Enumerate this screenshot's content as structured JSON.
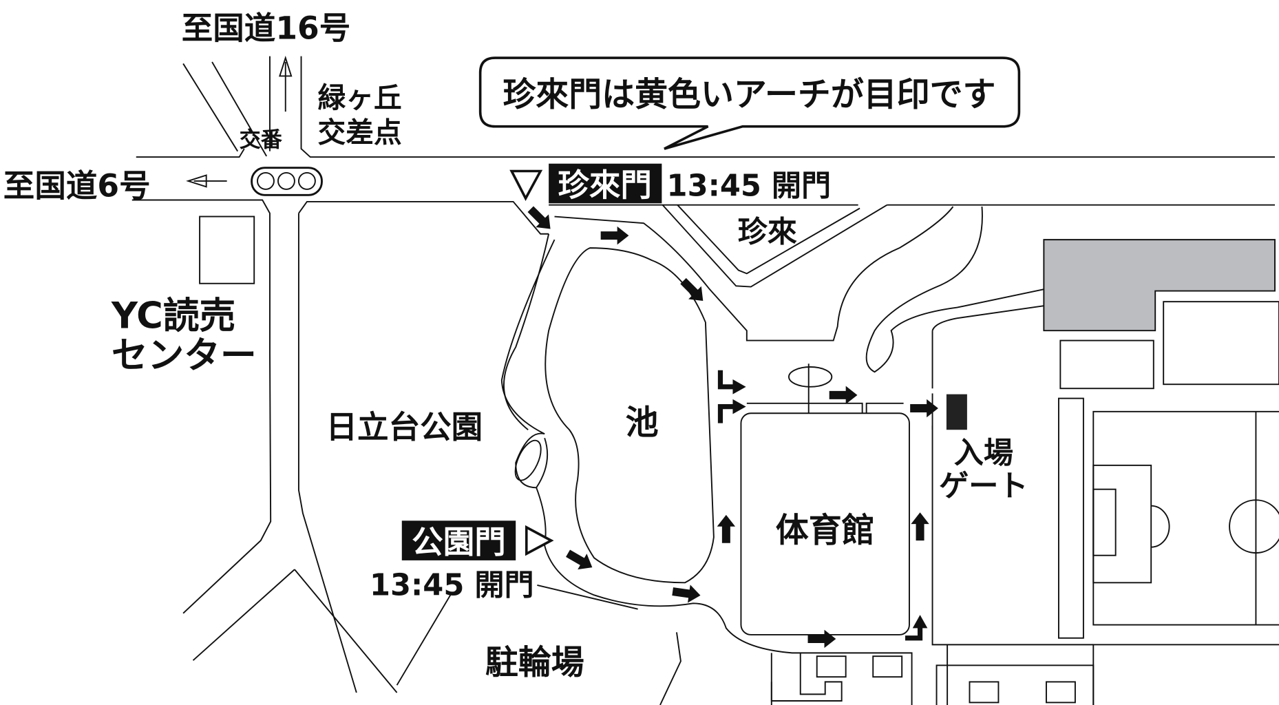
{
  "labels": {
    "route16": "至国道16号",
    "route6": "至国道6号",
    "koban": "交番",
    "intersection_line1": "緑ヶ丘",
    "intersection_line2": "交差点",
    "yc_line1": "YC読売",
    "yc_line2": "センター",
    "park": "日立台公園",
    "pond": "池",
    "gym": "体育館",
    "bicycle_parking": "駐輪場",
    "chinrai": "珍來",
    "entrance_line1": "入場",
    "entrance_line2": "ゲート"
  },
  "callout": {
    "text": "珍來門は黄色いアーチが目印です"
  },
  "gates": {
    "chinrai_gate": {
      "name": "珍來門",
      "time": "13:45 開門"
    },
    "park_gate": {
      "name": "公園門",
      "time": "13:45 開門"
    }
  },
  "colors": {
    "building_gray": "#bcbdc0",
    "ink": "#111111"
  }
}
